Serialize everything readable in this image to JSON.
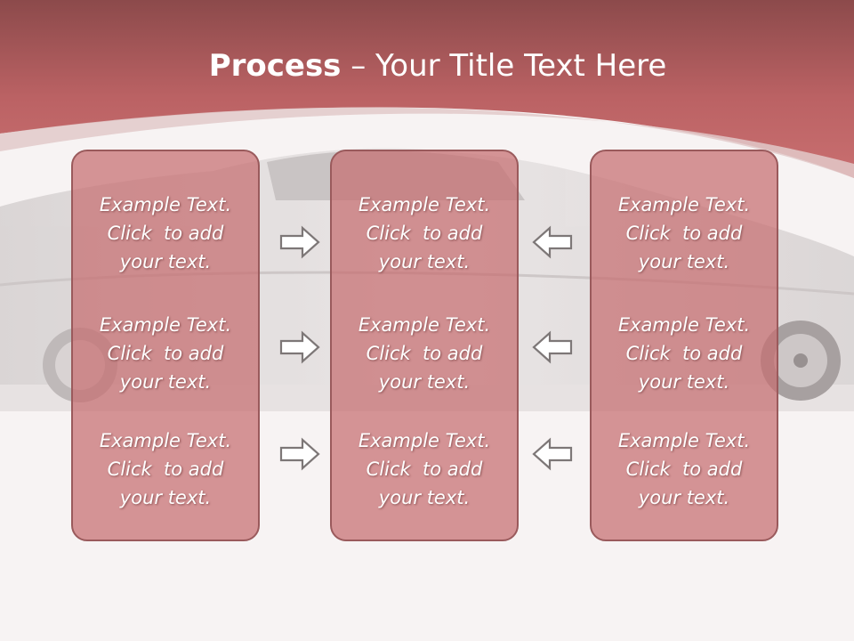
{
  "title": {
    "bold": "Process",
    "rest": " – Your Title Text Here"
  },
  "colors": {
    "header": "#c0696b",
    "box_fill": "#cf8e8f",
    "box_border": "#9a5a5c",
    "background": "#f7f3f3"
  },
  "columns": [
    {
      "blocks": [
        {
          "line1": "Example Text.",
          "line2": "Click  to add",
          "line3": "your text."
        },
        {
          "line1": "Example Text.",
          "line2": "Click  to add",
          "line3": "your text."
        },
        {
          "line1": "Example Text.",
          "line2": "Click  to add",
          "line3": "your text."
        }
      ]
    },
    {
      "blocks": [
        {
          "line1": "Example Text.",
          "line2": "Click  to add",
          "line3": "your text."
        },
        {
          "line1": "Example Text.",
          "line2": "Click  to add",
          "line3": "your text."
        },
        {
          "line1": "Example Text.",
          "line2": "Click  to add",
          "line3": "your text."
        }
      ]
    },
    {
      "blocks": [
        {
          "line1": "Example Text.",
          "line2": "Click  to add",
          "line3": "your text."
        },
        {
          "line1": "Example Text.",
          "line2": "Click  to add",
          "line3": "your text."
        },
        {
          "line1": "Example Text.",
          "line2": "Click  to add",
          "line3": "your text."
        }
      ]
    }
  ],
  "arrows": {
    "left_group": "arrow-right-icon",
    "right_group": "arrow-left-icon"
  },
  "background_image": "car-silhouette"
}
